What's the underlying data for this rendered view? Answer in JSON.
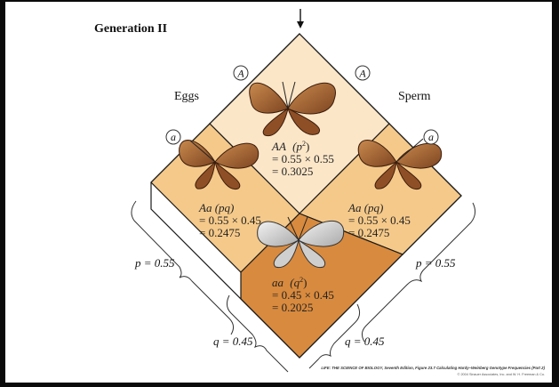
{
  "title": "Generation II",
  "labels": {
    "eggs": "Eggs",
    "sperm": "Sperm",
    "allele_A_left": "A",
    "allele_A_right": "A",
    "allele_a_left": "a",
    "allele_a_right": "a"
  },
  "cells": {
    "AA": {
      "genotype": "AA",
      "formula": "(p",
      "exp": "2",
      "close": ")",
      "calc": "= 0.55 × 0.55",
      "result": "= 0.3025"
    },
    "Aa_left": {
      "genotype": "Aa (pq)",
      "calc": "= 0.55 × 0.45",
      "result": "= 0.2475"
    },
    "Aa_right": {
      "genotype": "Aa (pq)",
      "calc": "= 0.55 × 0.45",
      "result": "= 0.2475"
    },
    "aa": {
      "genotype": "aa",
      "formula": "(q",
      "exp": "2",
      "close": ")",
      "calc": "= 0.45 × 0.45",
      "result": "= 0.2025"
    }
  },
  "frequencies": {
    "p_left": "p = 0.55",
    "q_left": "q = 0.45",
    "p_right": "p = 0.55",
    "q_right": "q = 0.45"
  },
  "colors": {
    "AA": "#fbe6c8",
    "Aa": "#f5c98a",
    "aa": "#d88a3e",
    "line": "#1a1a1a"
  },
  "caption": {
    "line1": "LIFE: THE SCIENCE OF BIOLOGY, Seventh Edition, Figure 23.7 Calculating Hardy–Weinberg Genotype Frequencies (Part 2)",
    "line2": "© 2004 Sinauer Associates, Inc. and W. H. Freeman & Co."
  }
}
